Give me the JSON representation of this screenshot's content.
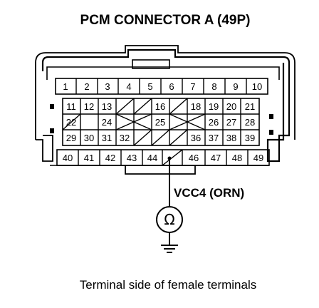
{
  "title": "PCM CONNECTOR A (49P)",
  "probe_label": "VCC4 (ORN)",
  "meter_symbol": "Ω",
  "caption": "Terminal side of female terminals",
  "rows": [
    [
      "1",
      "2",
      "3",
      "4",
      "5",
      "6",
      "7",
      "8",
      "9",
      "10"
    ],
    [
      "11",
      "12",
      "13",
      "",
      "",
      "16",
      "",
      "18",
      "19",
      "20",
      "21"
    ],
    [
      "22",
      "",
      "24",
      "",
      "",
      "25",
      "",
      "",
      "26",
      "27",
      "28"
    ],
    [
      "29",
      "30",
      "31",
      "32",
      "",
      "",
      "",
      "36",
      "37",
      "38",
      "39"
    ],
    [
      "40",
      "41",
      "42",
      "43",
      "44",
      "",
      "46",
      "47",
      "48",
      "49"
    ]
  ]
}
